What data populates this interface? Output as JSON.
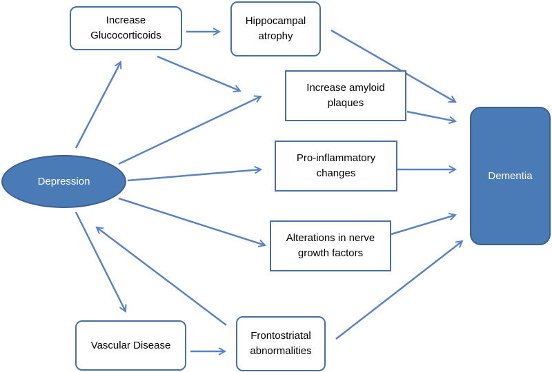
{
  "colors": {
    "arrow": "#5a82bf",
    "box_border": "#4a6f9c",
    "fill_dark": "#4a7bb7",
    "text_on_dark": "#ffffff"
  },
  "nodes": {
    "depression": "Depression",
    "glucocorticoids": "Increase\nGlucocorticoids",
    "hippocampal": "Hippocampal\natrophy",
    "amyloid": "Increase amyloid\nplaques",
    "inflammatory": "Pro-inflammatory\nchanges",
    "nerve_growth": "Alterations in nerve\ngrowth factors",
    "vascular": "Vascular Disease",
    "frontostriatal": "Frontostriatal\nabnormalities",
    "dementia": "Dementia"
  },
  "edges": [
    {
      "from": "depression",
      "to": "glucocorticoids"
    },
    {
      "from": "glucocorticoids",
      "to": "hippocampal"
    },
    {
      "from": "glucocorticoids",
      "to": "amyloid"
    },
    {
      "from": "depression",
      "to": "amyloid"
    },
    {
      "from": "depression",
      "to": "inflammatory"
    },
    {
      "from": "depression",
      "to": "nerve_growth"
    },
    {
      "from": "depression",
      "to": "vascular"
    },
    {
      "from": "frontostriatal",
      "to": "depression"
    },
    {
      "from": "vascular",
      "to": "frontostriatal"
    },
    {
      "from": "hippocampal",
      "to": "dementia"
    },
    {
      "from": "amyloid",
      "to": "dementia"
    },
    {
      "from": "inflammatory",
      "to": "dementia"
    },
    {
      "from": "nerve_growth",
      "to": "dementia"
    },
    {
      "from": "frontostriatal",
      "to": "dementia"
    }
  ]
}
